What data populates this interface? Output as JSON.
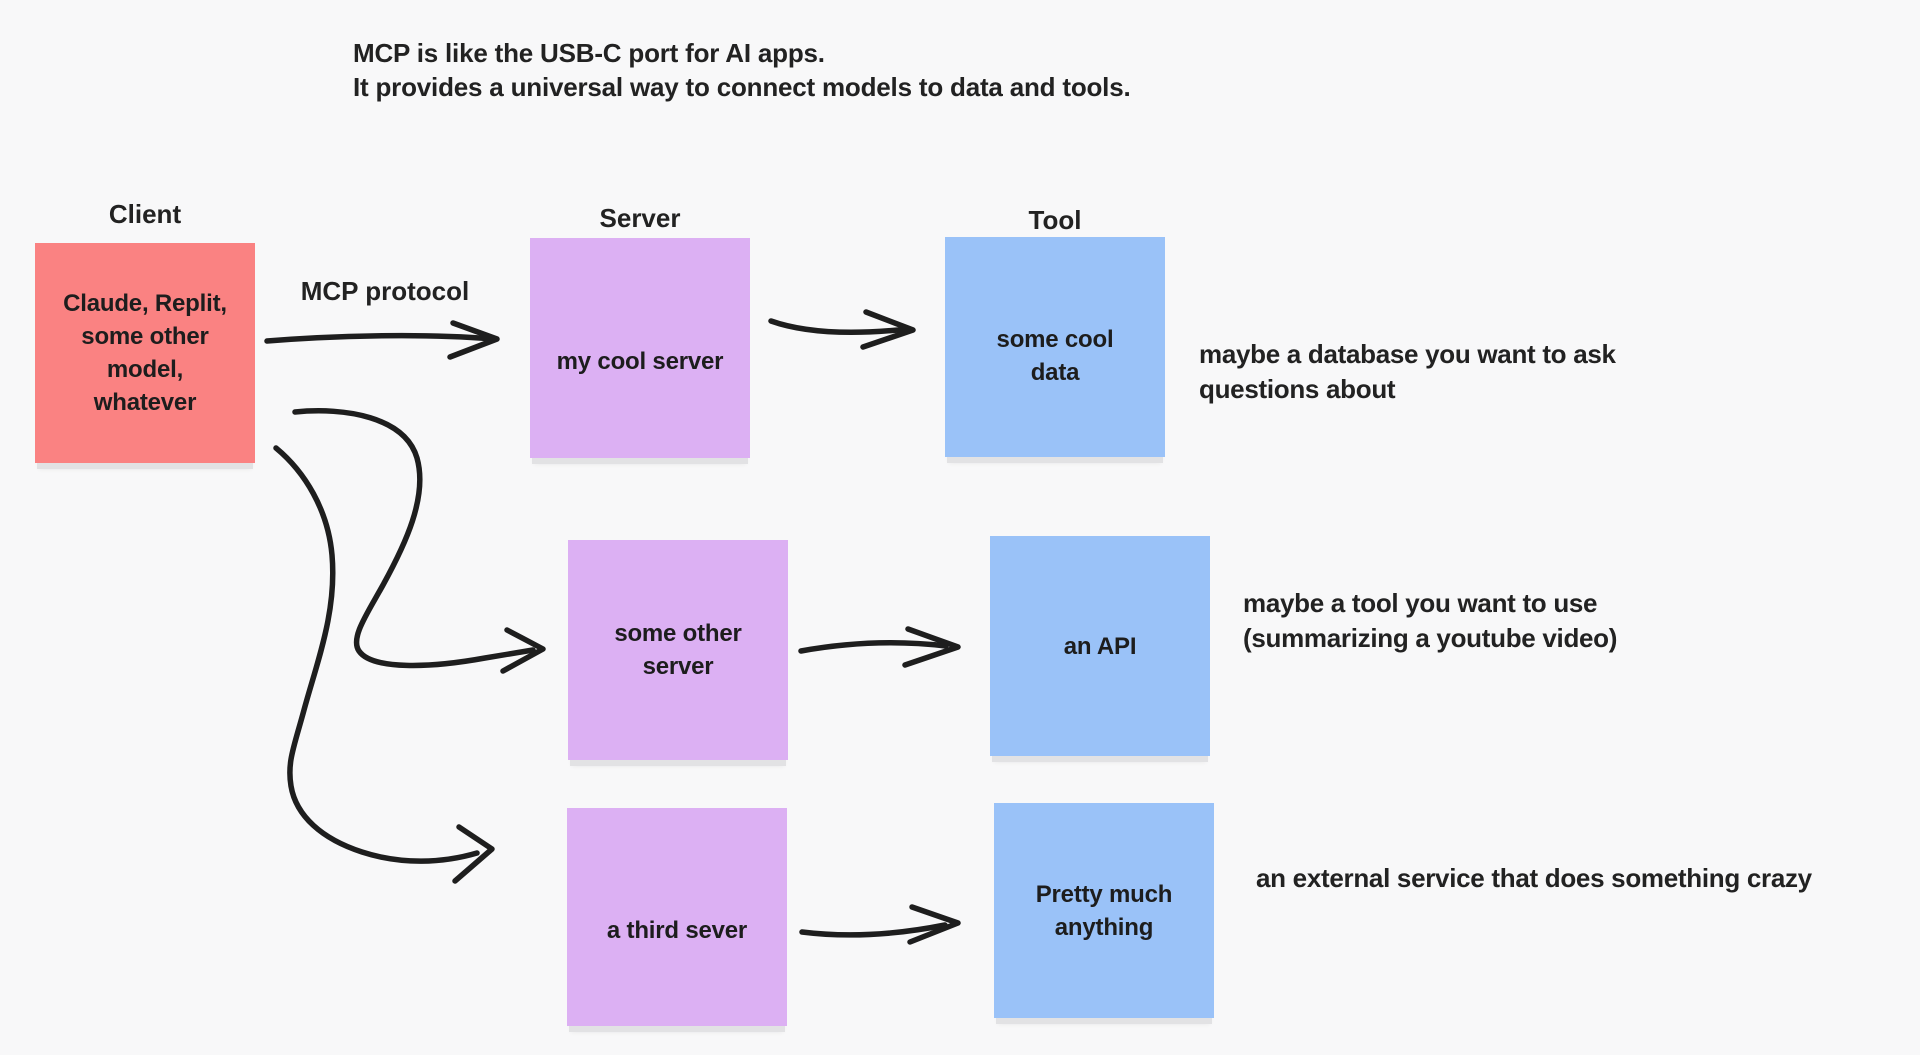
{
  "title": {
    "lines": [
      "MCP is like the USB-C port for AI apps.",
      "It provides a universal way to connect models to data and tools."
    ]
  },
  "column_labels": {
    "client": "Client",
    "server": "Server",
    "tool": "Tool"
  },
  "protocol_label": "MCP protocol",
  "notes": {
    "client": {
      "lines": [
        "Claude, Replit,",
        "some other",
        "model,",
        "whatever"
      ],
      "color": "#FA8282"
    },
    "server1": {
      "lines": [
        "my cool server"
      ],
      "color": "#DCB0F3"
    },
    "tool1": {
      "lines": [
        "some cool",
        "data"
      ],
      "color": "#9AC2F8"
    },
    "server2": {
      "lines": [
        "some other",
        "server"
      ],
      "color": "#DCB0F3"
    },
    "tool2": {
      "lines": [
        "an API"
      ],
      "color": "#9AC2F8"
    },
    "server3": {
      "lines": [
        "a third sever"
      ],
      "color": "#DCB0F3"
    },
    "tool3": {
      "lines": [
        "Pretty much",
        "anything"
      ],
      "color": "#9AC2F8"
    }
  },
  "annotations": {
    "tool1": {
      "lines": [
        "maybe a database you want to ask",
        "questions about"
      ]
    },
    "tool2": {
      "lines": [
        "maybe a tool you want to use",
        "(summarizing a youtube video)"
      ]
    },
    "tool3": {
      "lines": [
        "an external service that does something crazy"
      ]
    }
  },
  "connections": [
    {
      "from": "client",
      "to": "my cool server",
      "label": "MCP protocol"
    },
    {
      "from": "client",
      "to": "some other server",
      "label": ""
    },
    {
      "from": "client",
      "to": "a third sever",
      "label": ""
    },
    {
      "from": "my cool server",
      "to": "some cool data",
      "label": ""
    },
    {
      "from": "some other server",
      "to": "an API",
      "label": ""
    },
    {
      "from": "a third sever",
      "to": "Pretty much anything",
      "label": ""
    }
  ],
  "colors": {
    "background": "#F8F8F9",
    "ink": "#1E1E1E",
    "client_note": "#FA8282",
    "server_note": "#DCB0F3",
    "tool_note": "#9AC2F8",
    "note_shadow": "#E2E2E4"
  }
}
